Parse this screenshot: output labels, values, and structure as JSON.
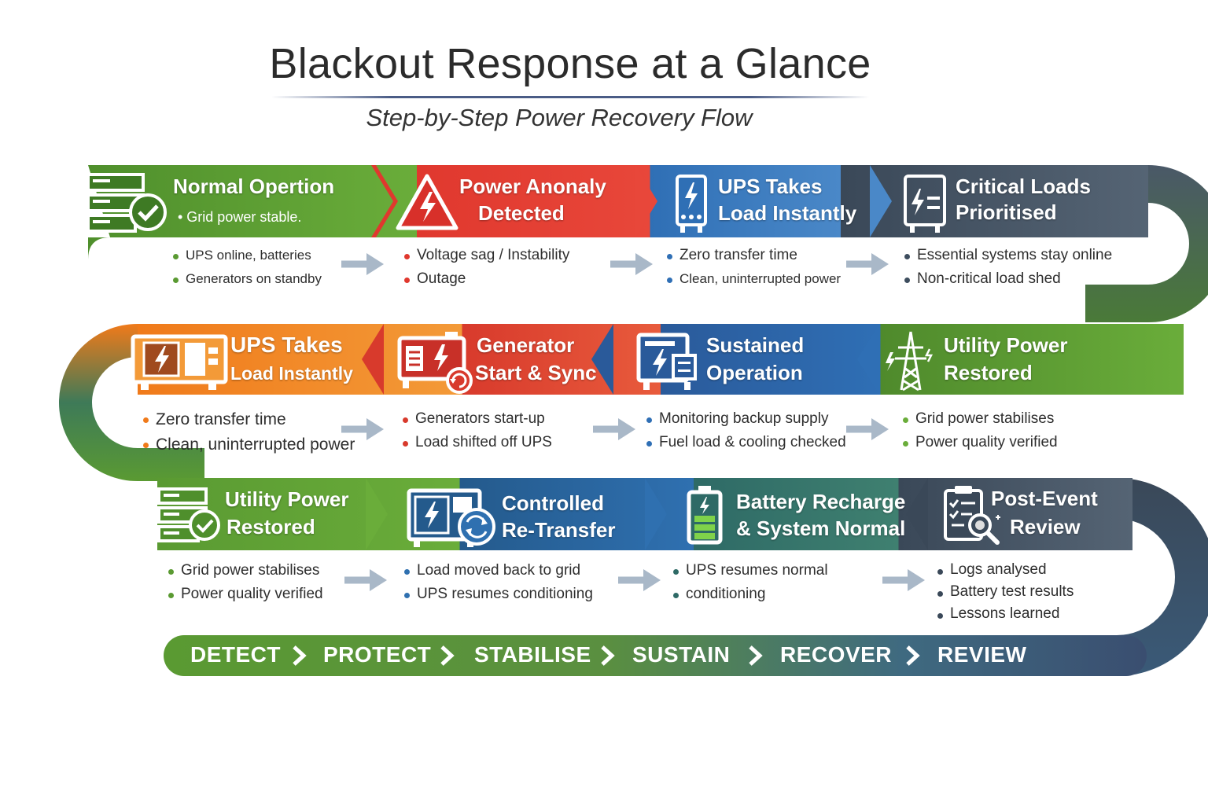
{
  "header": {
    "title": "Blackout Response at a Glance",
    "subtitle": "Step-by-Step Power Recovery Flow"
  },
  "colors": {
    "green": "#5a9a32",
    "red": "#e0382e",
    "blue": "#2f6fb5",
    "slate": "#3d4d5e",
    "orange": "#f07a1a",
    "teal": "#2e6a6a"
  },
  "rows": [
    {
      "steps": [
        {
          "title": [
            "Normal Opertion"
          ],
          "subtitle": "• Grid power stable.",
          "icon": "server-check-icon",
          "bullets": [
            "UPS online, batteries",
            "Generators on standby"
          ]
        },
        {
          "title": [
            "Power Anonaly",
            "Detected"
          ],
          "icon": "warning-bolt-icon",
          "bullets": [
            "Voltage sag / Instability",
            "Outage"
          ]
        },
        {
          "title": [
            "UPS Takes",
            "Load Instantly"
          ],
          "icon": "ups-battery-icon",
          "bullets": [
            "Zero transfer time",
            "Clean, uninterrupted power"
          ]
        },
        {
          "title": [
            "Critical Loads",
            "Prioritised"
          ],
          "icon": "cabinet-bolt-icon",
          "bullets": [
            "Essential systems stay online",
            "Non-critical load shed"
          ]
        }
      ]
    },
    {
      "steps": [
        {
          "title": [
            "UPS Takes",
            "Load Instantly"
          ],
          "icon": "ups-cabinet-icon",
          "bullets": [
            "Zero transfer time",
            "Clean, uninterrupted power"
          ]
        },
        {
          "title": [
            "Generator",
            "Start & Sync"
          ],
          "icon": "generator-sync-icon",
          "bullets": [
            "Generators start-up",
            "Load shifted off UPS"
          ]
        },
        {
          "title": [
            "Sustained",
            "Operation"
          ],
          "icon": "power-panel-icon",
          "bullets": [
            "Monitoring backup supply",
            "Fuel load & cooling checked"
          ]
        },
        {
          "title": [
            "Utility Power",
            "Restored"
          ],
          "icon": "transmission-tower-icon",
          "bullets": [
            "Grid power stabilises",
            "Power quality verified"
          ]
        }
      ]
    },
    {
      "steps": [
        {
          "title": [
            "Utility Power",
            "Restored"
          ],
          "icon": "server-check-icon",
          "bullets": [
            "Grid power stabilises",
            "Power quality verified"
          ]
        },
        {
          "title": [
            "Controlled",
            "Re-Transfer"
          ],
          "icon": "transfer-switch-icon",
          "bullets": [
            "Load moved back to grid",
            "UPS resumes conditioning"
          ]
        },
        {
          "title": [
            "Battery Recharge",
            "& System Normal"
          ],
          "icon": "battery-charging-icon",
          "bullets": [
            "UPS resumes normal",
            "conditioning"
          ]
        },
        {
          "title": [
            "Post-Event",
            "Review"
          ],
          "icon": "clipboard-search-icon",
          "bullets": [
            "Logs analysed",
            "Battery test results",
            "Lessons learned"
          ]
        }
      ]
    }
  ],
  "phases": [
    "DETECT",
    "PROTECT",
    "STABILISE",
    "SUSTAIN",
    "RECOVER",
    "REVIEW"
  ]
}
